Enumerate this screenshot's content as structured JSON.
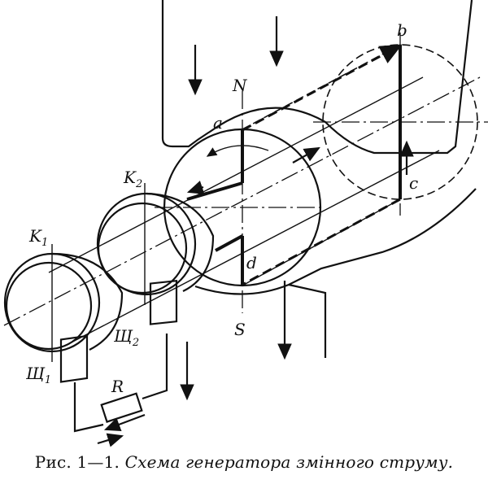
{
  "figure": {
    "caption_prefix": "Рис. 1—1.",
    "caption_text": "Схема генератора змінного струму.",
    "labels": {
      "north": "N",
      "south": "S",
      "point_a": "a",
      "point_b": "b",
      "point_c": "c",
      "point_d": "d",
      "ring_1": "K",
      "ring_1_sub": "1",
      "ring_2": "K",
      "ring_2_sub": "2",
      "brush_1": "Щ",
      "brush_1_sub": "1",
      "brush_2": "Щ",
      "brush_2_sub": "2",
      "resistor": "R"
    }
  }
}
